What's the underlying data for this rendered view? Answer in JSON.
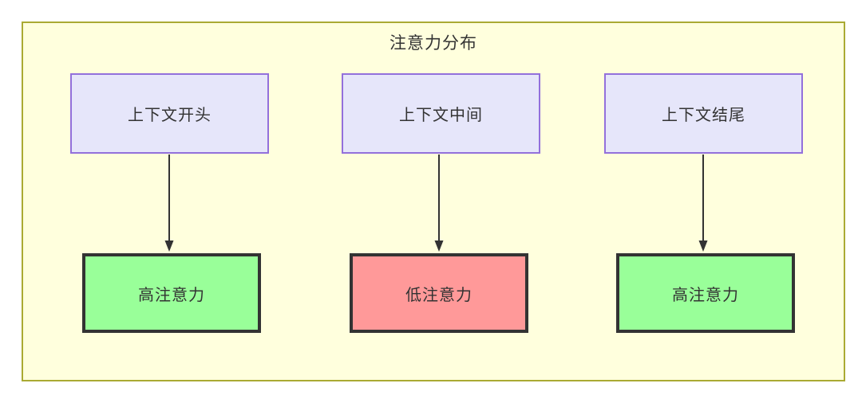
{
  "diagram": {
    "title": "注意力分布",
    "container": {
      "fill": "#ffffdd",
      "stroke": "#aaaa33"
    },
    "top_nodes": [
      {
        "id": "context-start",
        "label": "上下文开头",
        "fill": "#e6e6fa",
        "stroke": "#9370db"
      },
      {
        "id": "context-middle",
        "label": "上下文中间",
        "fill": "#e6e6fa",
        "stroke": "#9370db"
      },
      {
        "id": "context-end",
        "label": "上下文结尾",
        "fill": "#e6e6fa",
        "stroke": "#9370db"
      }
    ],
    "bottom_nodes": [
      {
        "id": "high-attention-start",
        "label": "高注意力",
        "fill": "#99ff99",
        "stroke": "#333333"
      },
      {
        "id": "low-attention-middle",
        "label": "低注意力",
        "fill": "#ff9999",
        "stroke": "#333333"
      },
      {
        "id": "high-attention-end",
        "label": "高注意力",
        "fill": "#99ff99",
        "stroke": "#333333"
      }
    ],
    "edges": [
      {
        "from": "context-start",
        "to": "high-attention-start",
        "label": ""
      },
      {
        "from": "context-middle",
        "to": "low-attention-middle",
        "label": ""
      },
      {
        "from": "context-end",
        "to": "high-attention-end",
        "label": ""
      }
    ]
  }
}
